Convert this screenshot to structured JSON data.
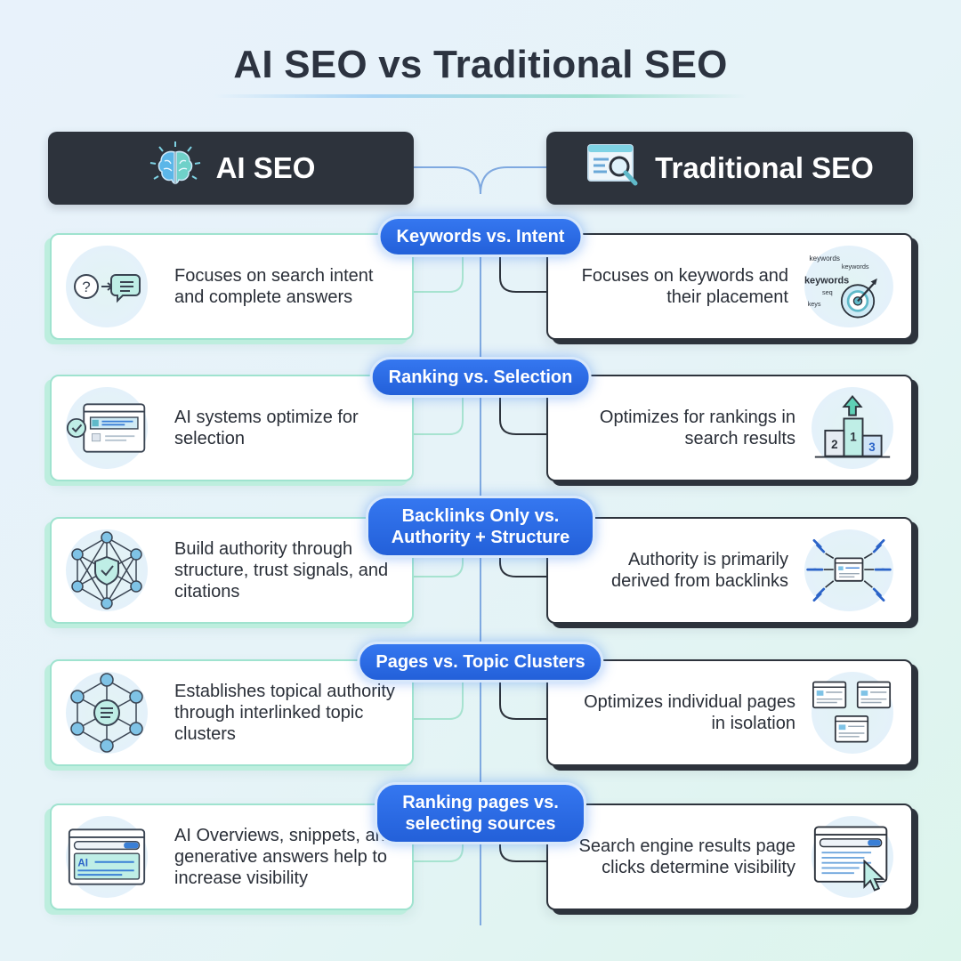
{
  "title": "AI SEO vs Traditional SEO",
  "headers": {
    "ai": {
      "label": "AI SEO",
      "icon": "brain-icon"
    },
    "traditional": {
      "label": "Traditional SEO",
      "icon": "browser-search-icon"
    }
  },
  "comparisons": [
    {
      "topic": "Keywords vs. Intent",
      "ai_text": "Focuses on search intent and complete answers",
      "ai_icon": "question-to-answer-icon",
      "traditional_text": "Focuses on keywords and their placement",
      "traditional_icon": "keywords-target-icon",
      "keyword_cloud": [
        "keywords",
        "keywords",
        "keywords",
        "seq",
        "keys"
      ]
    },
    {
      "topic": "Ranking vs. Selection",
      "ai_text": "AI systems optimize for selection",
      "ai_icon": "selected-result-icon",
      "traditional_text": "Optimizes for rankings in search results",
      "traditional_icon": "podium-icon",
      "podium": [
        "2",
        "1",
        "3"
      ]
    },
    {
      "topic": "Backlinks Only vs. Authority + Structure",
      "ai_text": "Build authority through structure, trust signals, and citations",
      "ai_icon": "trust-network-icon",
      "traditional_text": "Authority is primarily derived from backlinks",
      "traditional_icon": "backlinks-icon"
    },
    {
      "topic": "Pages vs. Topic Clusters",
      "ai_text": "Establishes topical authority through interlinked topic clusters",
      "ai_icon": "topic-cluster-icon",
      "traditional_text": "Optimizes individual pages in isolation",
      "traditional_icon": "isolated-pages-icon"
    },
    {
      "topic": "Ranking pages vs. selecting sources",
      "ai_text": "AI Overviews, snippets, and generative answers help to increase visibility",
      "ai_icon": "ai-overview-icon",
      "ai_icon_label": "AI",
      "traditional_text": "Search engine results page clicks determine visibility",
      "traditional_icon": "serp-click-icon"
    }
  ],
  "colors": {
    "dark": "#2d333c",
    "accent_blue": "#2563eb",
    "mint": "#9fe3cf",
    "icon_teal": "#5fb9c9"
  }
}
